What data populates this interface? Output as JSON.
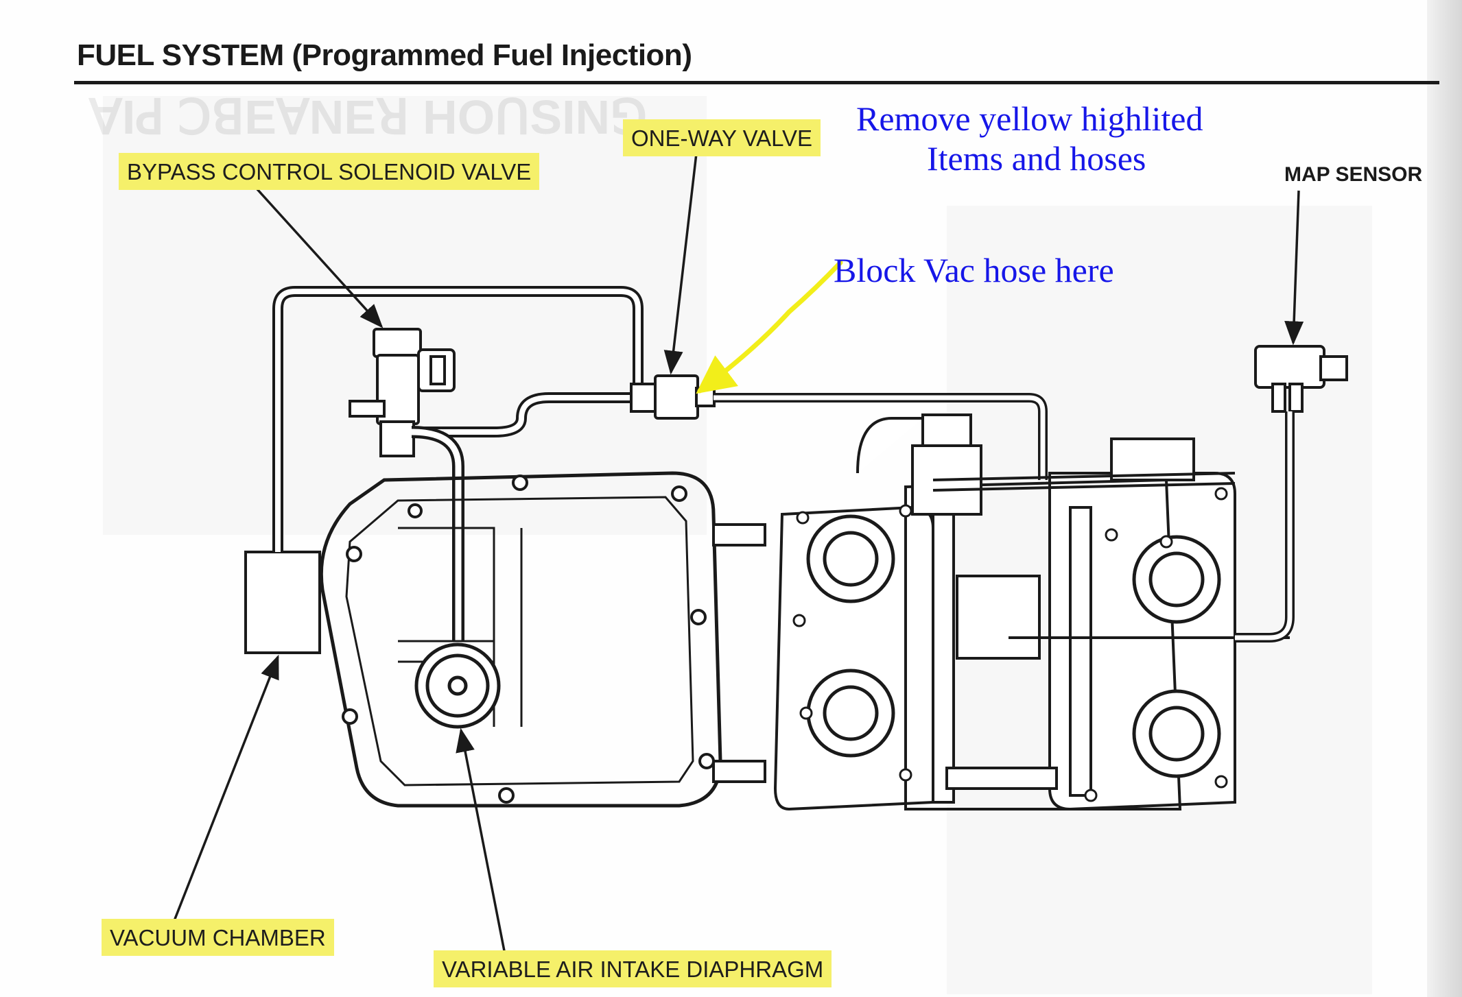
{
  "section": {
    "title": "FUEL SYSTEM (Programmed Fuel Injection)"
  },
  "callouts": {
    "one_way_valve": "ONE-WAY VALVE",
    "bypass_control_solenoid_valve": "BYPASS CONTROL SOLENOID VALVE",
    "map_sensor": "MAP SENSOR",
    "vacuum_chamber": "VACUUM CHAMBER",
    "variable_air_intake_diaphragm": "VARIABLE AIR INTAKE DIAPHRAGM"
  },
  "annotations": {
    "remove_note_line1": "Remove yellow highlited",
    "remove_note_line2": "Items and hoses",
    "block_note": "Block Vac hose here"
  },
  "colors": {
    "highlight": "#f5f06a",
    "annotation_text": "#1616e8",
    "annotation_arrow": "#f2ee1a",
    "line_art": "#1a1a1a"
  }
}
